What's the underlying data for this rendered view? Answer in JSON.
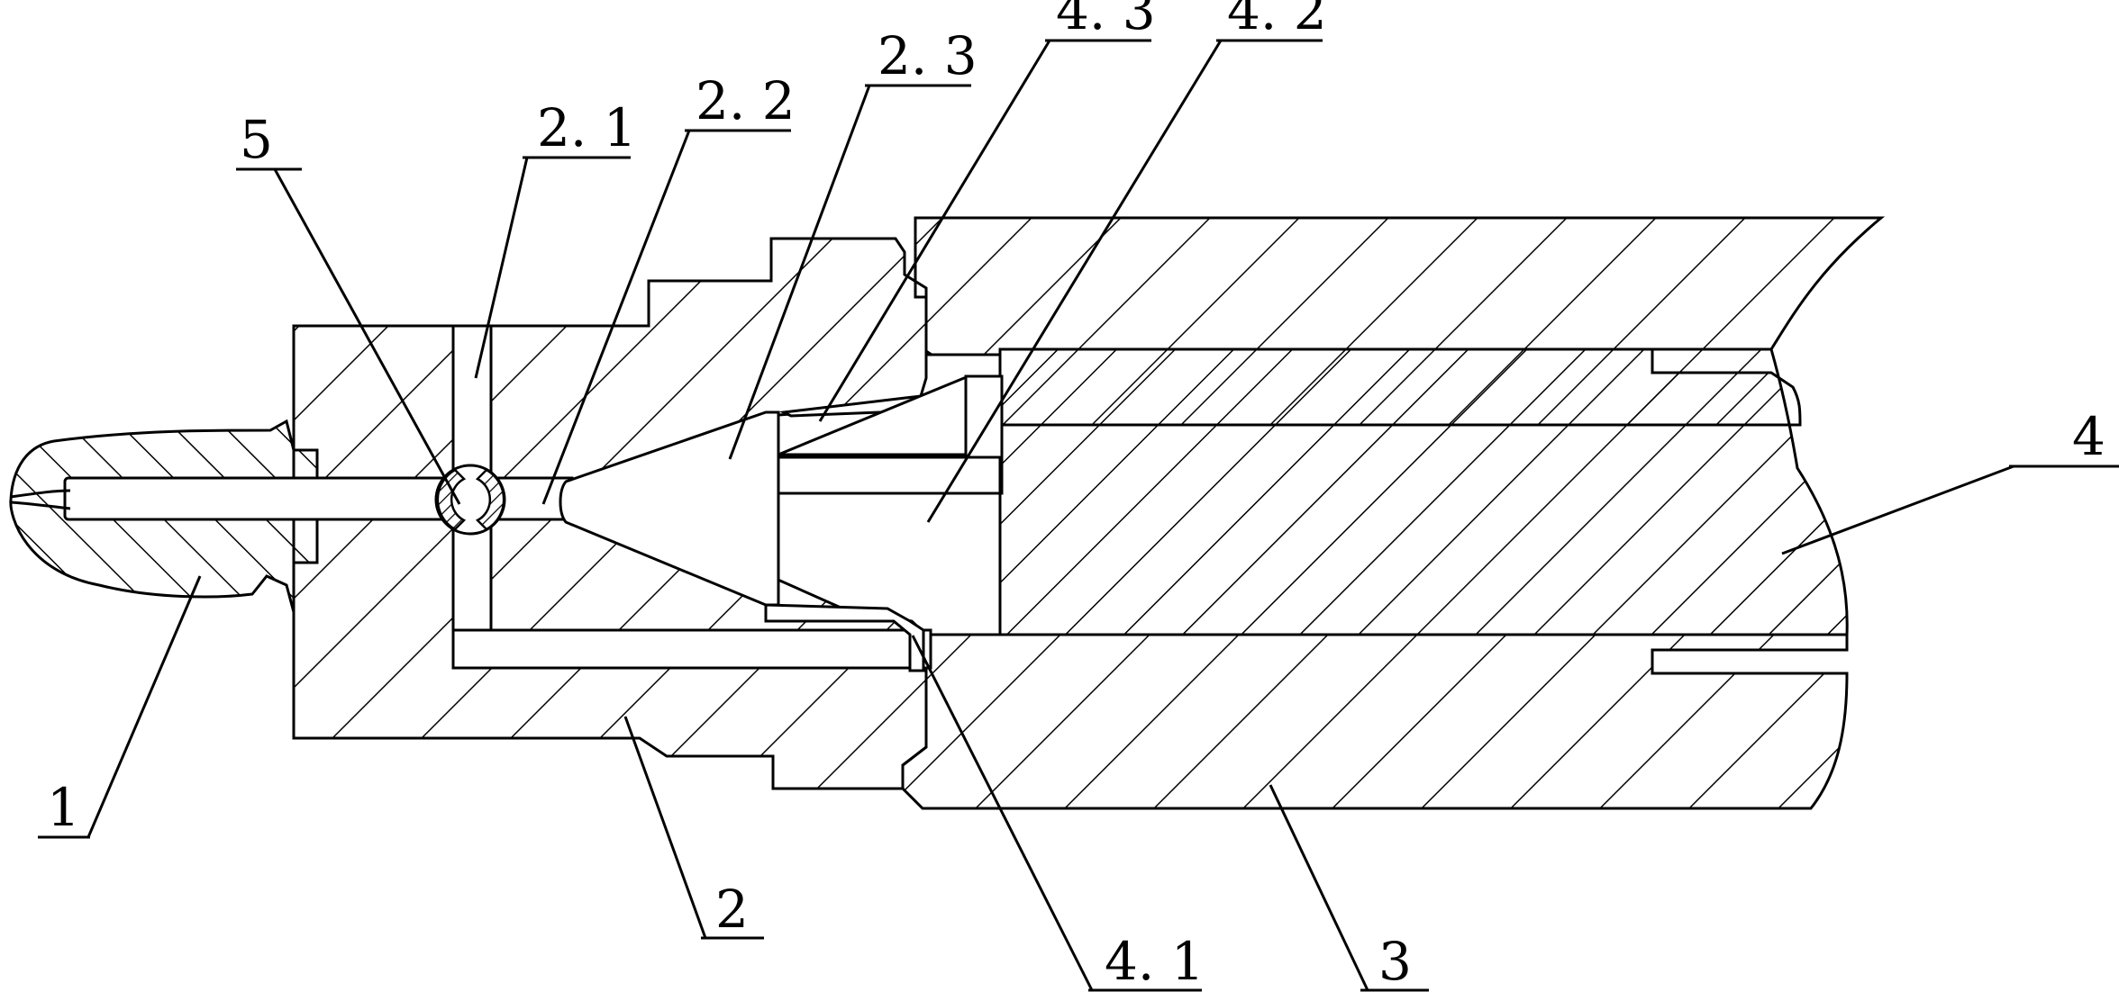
{
  "labels": {
    "l1": "1",
    "l2": "2",
    "l2_1": "2. 1",
    "l2_2": "2. 2",
    "l2_3": "2. 3",
    "l3": "3",
    "l4": "4",
    "l4_1": "4. 1",
    "l4_2": "4. 2",
    "l4_3": "4. 3",
    "l5": "5"
  },
  "colors": {
    "line": "#000000",
    "background": "#ffffff"
  }
}
